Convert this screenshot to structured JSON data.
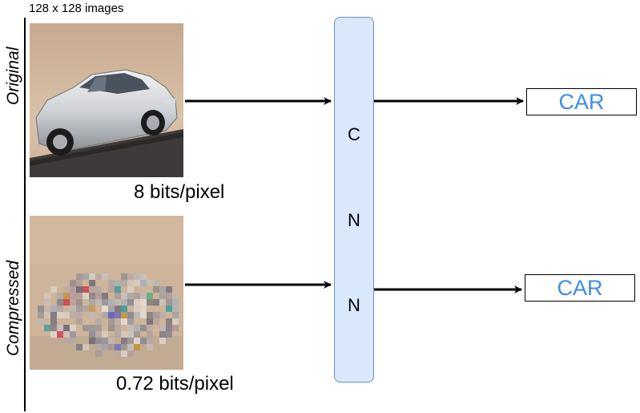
{
  "header": {
    "image_size_label": "128 x 128 images"
  },
  "rows": [
    {
      "side_label": "Original",
      "bits_label": "8 bits/pixel",
      "output_label": "CAR"
    },
    {
      "side_label": "Compressed",
      "bits_label": "0.72 bits/pixel",
      "output_label": "CAR"
    }
  ],
  "network": {
    "letters": [
      "C",
      "N",
      "N"
    ]
  },
  "colors": {
    "network_fill": "#dae8fc",
    "network_border": "#6c8ebf",
    "output_text": "#3a8ee6"
  }
}
